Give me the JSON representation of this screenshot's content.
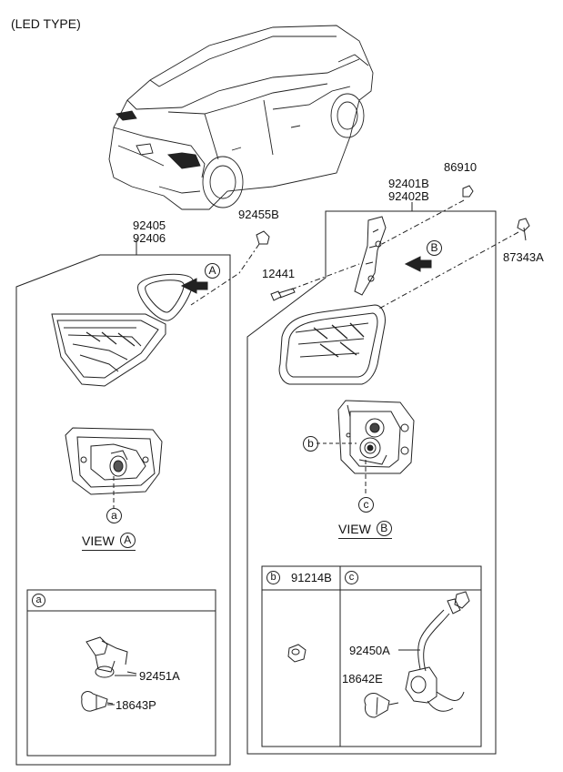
{
  "header": {
    "title": "(LED TYPE)"
  },
  "parts": {
    "p92405": "92405",
    "p92406": "92406",
    "p92455B": "92455B",
    "p92401B": "92401B",
    "p92402B": "92402B",
    "p86910": "86910",
    "p12441": "12441",
    "p87343A": "87343A",
    "p92451A": "92451A",
    "p18643P": "18643P",
    "p91214B": "91214B",
    "p92450A": "92450A",
    "p18642E": "18642E"
  },
  "callouts": {
    "A": "A",
    "B": "B",
    "a": "a",
    "b": "b",
    "c": "c"
  },
  "views": {
    "view_word": "VIEW"
  }
}
